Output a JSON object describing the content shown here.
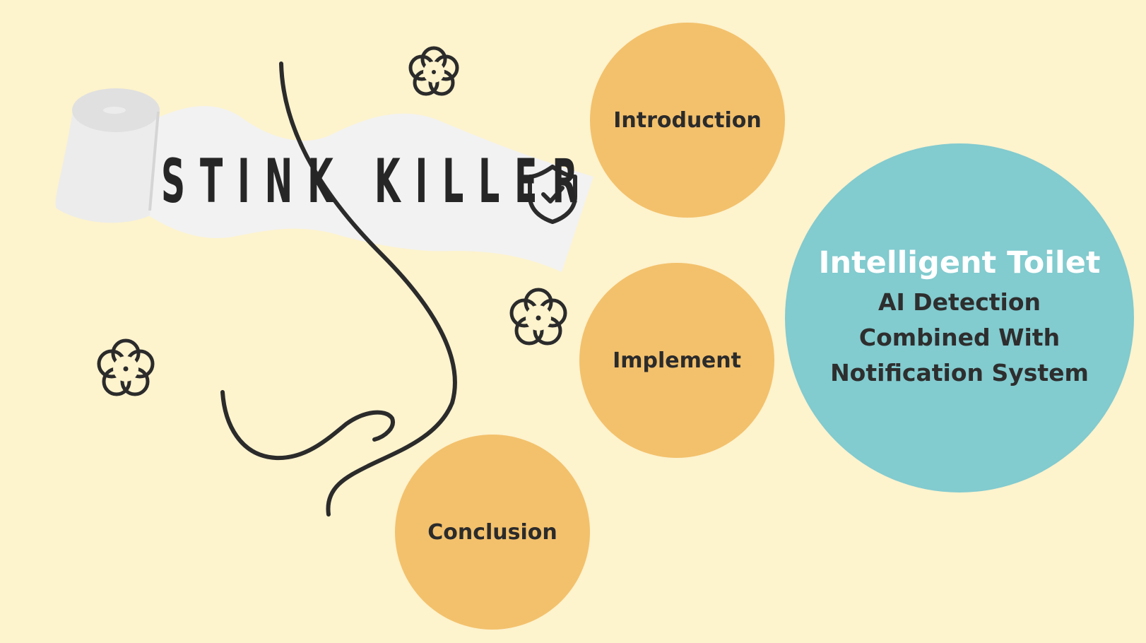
{
  "logo": {
    "text": "STINK KILLER",
    "icon": "shield-check-icon"
  },
  "nodes": {
    "introduction": "Introduction",
    "implement": "Implement",
    "conclusion": "Conclusion"
  },
  "main": {
    "title": "Intelligent Toilet",
    "lines": [
      "AI Detection",
      "Combined With",
      "Notification System"
    ]
  },
  "colors": {
    "background": "#fdf3cd",
    "orange": "#f3c16c",
    "teal": "#82cbcf",
    "ink": "#2b2b2b"
  }
}
